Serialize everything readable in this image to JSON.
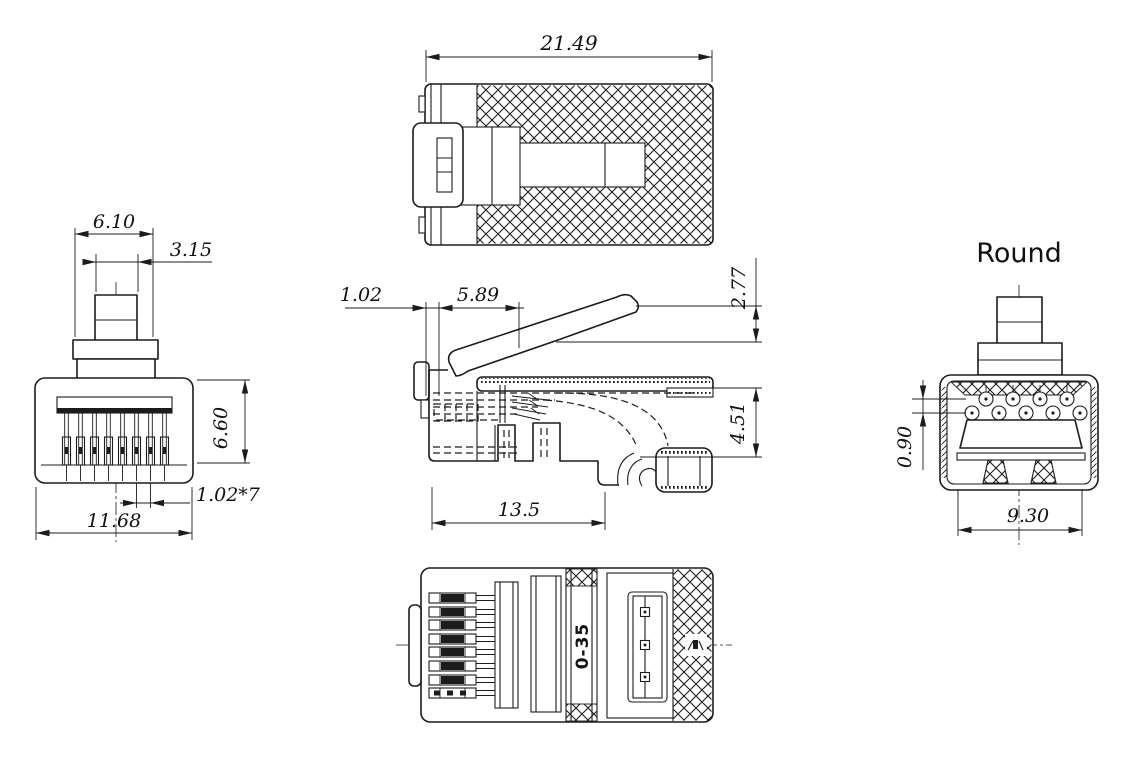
{
  "page": {
    "background": "#ffffff",
    "line_color": "#1c1c1c"
  },
  "views": {
    "top": {
      "dim_overall_length": "21.49"
    },
    "front": {
      "dim_flange_width": "6.10",
      "dim_latch_width": "3.15",
      "dim_body_height": "6.60",
      "dim_contact_pitch": "1.02*7",
      "dim_body_width": "11.68"
    },
    "side": {
      "dim_contact_offset": "1.02",
      "dim_latch_length": "5.89",
      "dim_latch_height": "2.77",
      "dim_opening_height": "4.51",
      "dim_body_length": "13.5"
    },
    "rear": {
      "label": "Round",
      "dim_wire_row_offset": "0.90",
      "dim_body_width": "9.30"
    },
    "bottom": {
      "marking": "0-35"
    }
  }
}
